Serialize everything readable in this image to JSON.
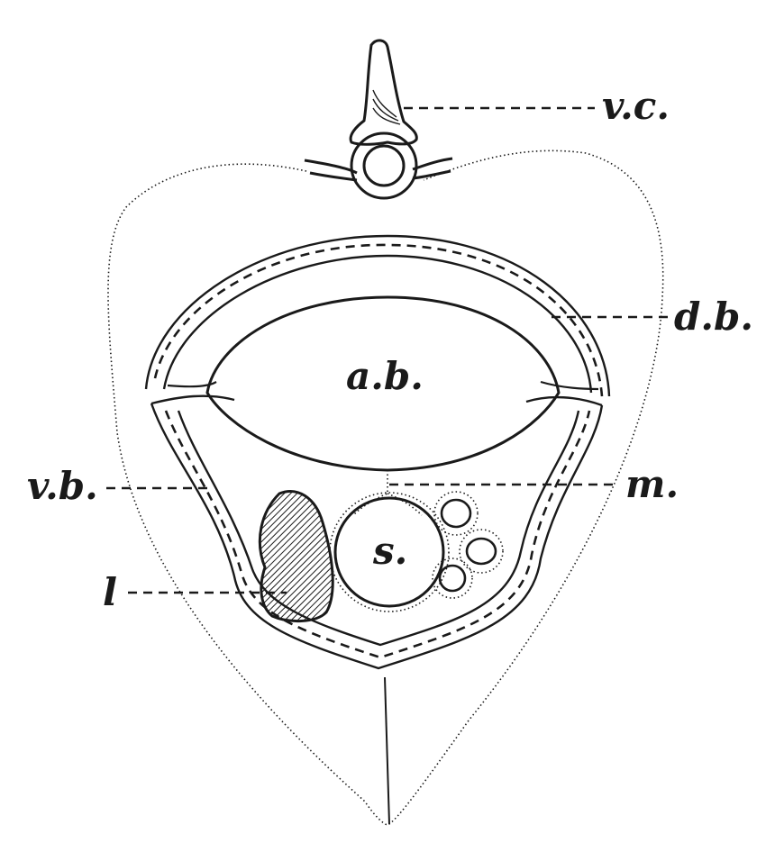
{
  "diagram": {
    "labels": {
      "vertebral_column": "v.c.",
      "dorsal_body_cavity": "d.b.",
      "air_bladder": "a.b.",
      "ventral_body_cavity": "v.b.",
      "mesentery": "m.",
      "stomach": "s.",
      "liver": "l"
    }
  },
  "colors": {
    "ink": "#1a1a1a",
    "paper": "#ffffff"
  }
}
